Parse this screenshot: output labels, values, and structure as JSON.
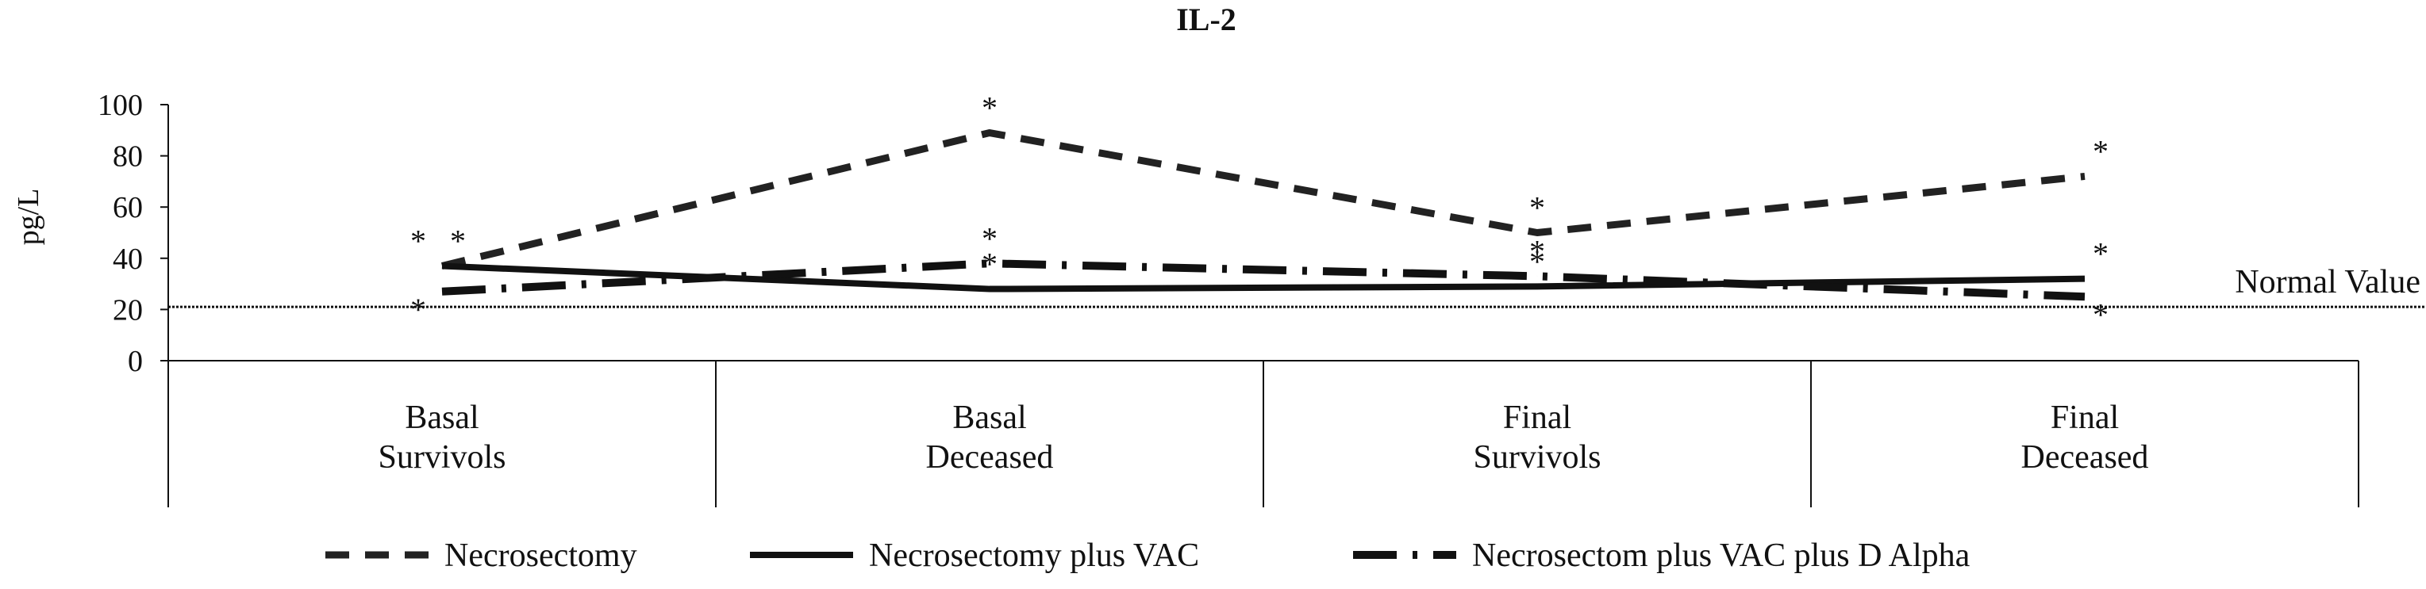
{
  "chart_data": {
    "type": "line",
    "title": "IL-2",
    "xlabel": "",
    "ylabel": "pg/L",
    "ylim": [
      0,
      100
    ],
    "yticks": [
      0,
      20,
      40,
      60,
      80,
      100
    ],
    "grid": false,
    "legend_position": "bottom",
    "categories": [
      [
        "Basal",
        "Survivols"
      ],
      [
        "Basal",
        "Deceased"
      ],
      [
        "Final",
        "Survivols"
      ],
      [
        "Final",
        "Deceased"
      ]
    ],
    "reference_line": {
      "label": "Normal Value",
      "value": 21
    },
    "significance_marker": "*",
    "series": [
      {
        "name": "Necrosectomy",
        "style": "short-dash",
        "values": [
          37,
          89,
          50,
          72
        ],
        "color": "#222222"
      },
      {
        "name": "Necrosectomy plus VAC",
        "style": "solid",
        "values": [
          37,
          28,
          29,
          32
        ],
        "color": "#111111"
      },
      {
        "name": "Necrosectom plus VAC plus D Alpha",
        "style": "long-dash-dot",
        "values": [
          27,
          38,
          33,
          25
        ],
        "color": "#111111"
      }
    ]
  }
}
